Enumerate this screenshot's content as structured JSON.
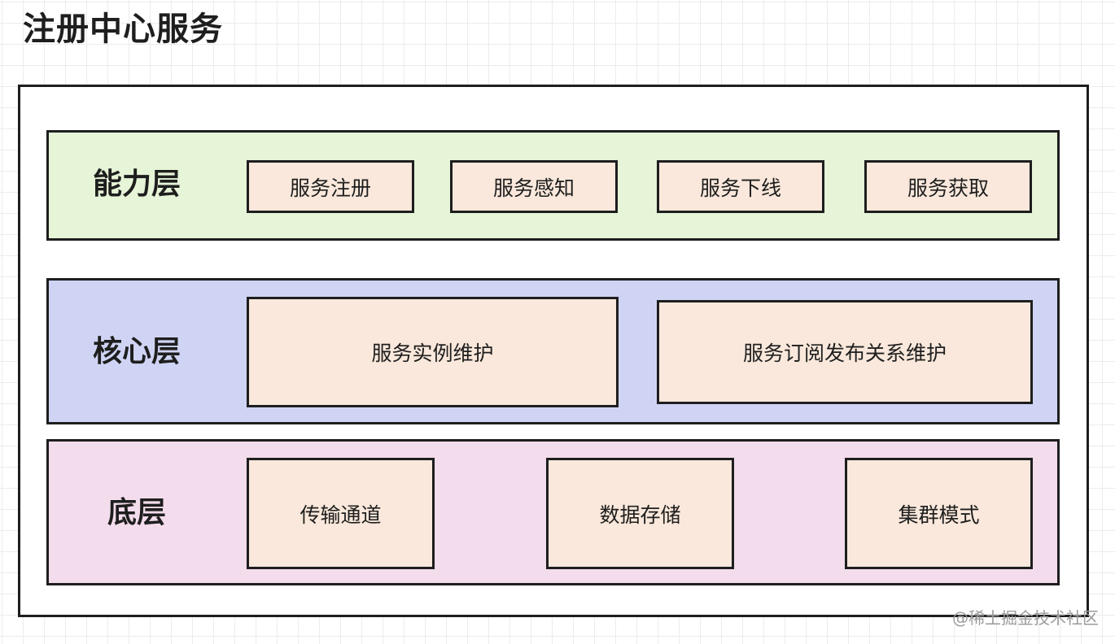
{
  "title": "注册中心服务",
  "layers": [
    {
      "label": "能力层",
      "color": "#e6f4d7",
      "boxes": [
        "服务注册",
        "服务感知",
        "服务下线",
        "服务获取"
      ]
    },
    {
      "label": "核心层",
      "color": "#d0d4f4",
      "boxes": [
        "服务实例维护",
        "服务订阅发布关系维护"
      ]
    },
    {
      "label": "底层",
      "color": "#f3dcec",
      "boxes": [
        "传输通道",
        "数据存储",
        "集群模式"
      ]
    }
  ],
  "box_color": "#f9e8db",
  "watermark": "@稀土掘金技术社区"
}
